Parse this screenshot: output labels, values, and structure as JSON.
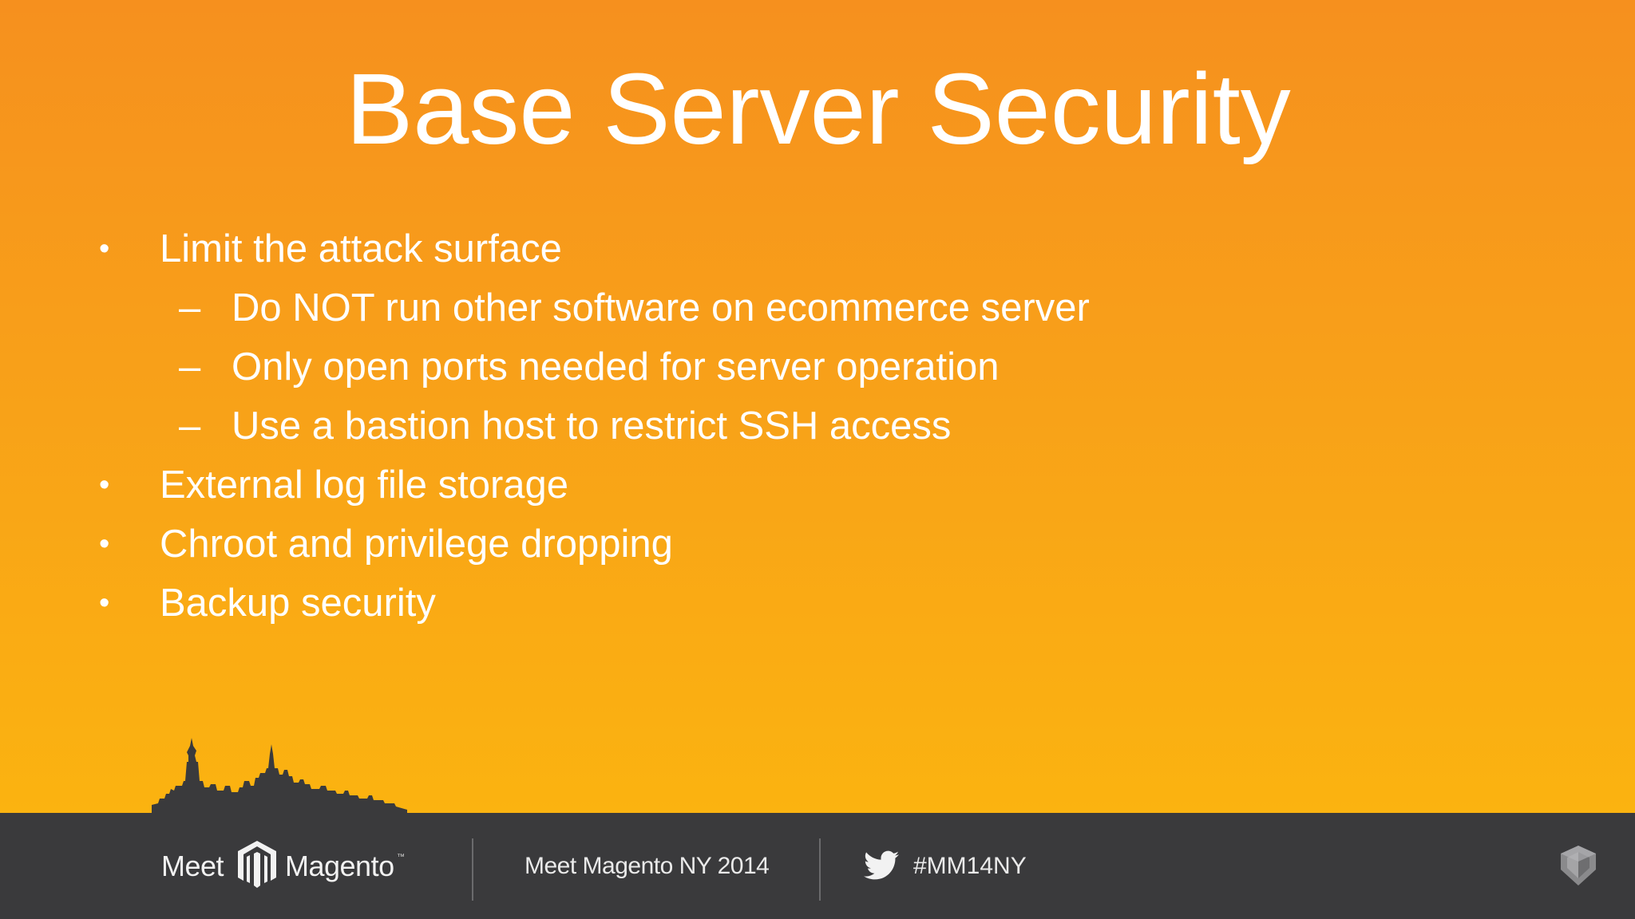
{
  "slide": {
    "title": "Base Server Security",
    "bullets": [
      {
        "level": 1,
        "marker": "•",
        "text": "Limit the attack surface"
      },
      {
        "level": 2,
        "marker": "–",
        "text": "Do NOT run other software on ecommerce server"
      },
      {
        "level": 2,
        "marker": "–",
        "text": "Only open ports needed for server operation"
      },
      {
        "level": 2,
        "marker": "–",
        "text": "Use a bastion host to restrict SSH access"
      },
      {
        "level": 1,
        "marker": "•",
        "text": "External log file storage"
      },
      {
        "level": 1,
        "marker": "•",
        "text": "Chroot and privilege dropping"
      },
      {
        "level": 1,
        "marker": "•",
        "text": "Backup security"
      }
    ],
    "colors": {
      "background_top": "#f6901e",
      "background_bottom": "#fbb310",
      "text": "#ffffff",
      "footer": "#3a3a3c"
    }
  },
  "footer": {
    "brand_left": "Meet",
    "brand_right": "Magento",
    "brand_tm": "™",
    "event": "Meet Magento NY 2014",
    "hashtag": "#MM14NY",
    "icons": [
      "skyline-icon",
      "magento-logo-icon",
      "twitter-bird-icon",
      "shield-logo-icon"
    ]
  }
}
